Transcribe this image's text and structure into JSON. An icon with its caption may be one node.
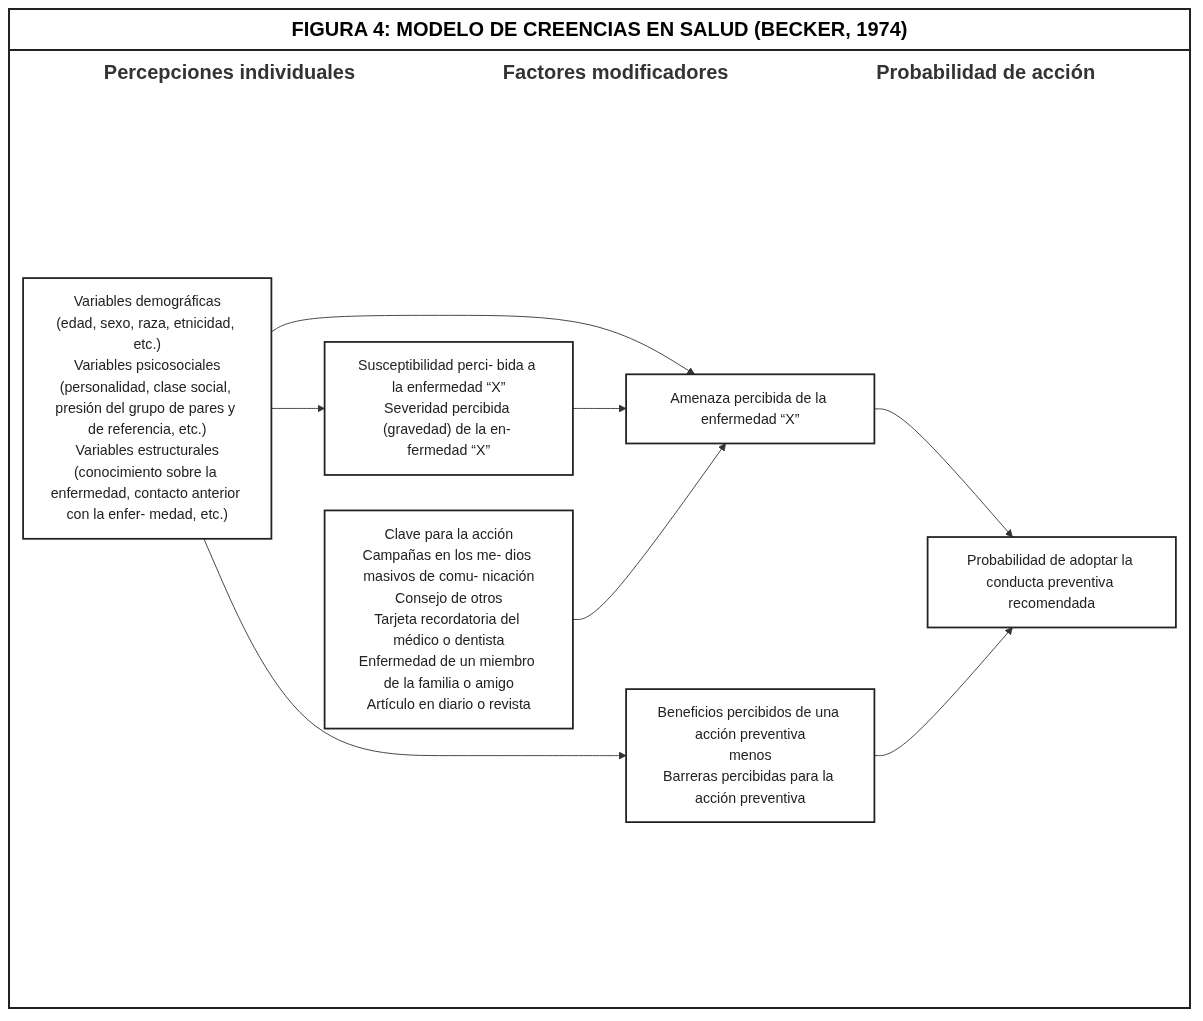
{
  "diagram": {
    "title": "FIGURA 4: MODELO DE CREENCIAS EN SALUD (BECKER, 1974)",
    "nodes": [
      {
        "text": [
          "Variables demográficas",
          "(edad, sexo, raza, etnicidad, etc.)",
          "Variables psicosociales",
          "(personalidad, clase social, presión del grupo de pares y de referencia, etc.)",
          "Variables estructurales",
          "(conocimiento sobre la enfermedad, contacto anterior con la enfer- medad, etc.)"
        ]
      },
      {
        "text": [
          "Beneficios percibidos de una acción preventiva",
          "menos",
          "Barreras percibidas para la acción preventiva"
        ]
      },
      {
        "text": [
          "Susceptibilidad perci- bida a la enfermedad “X”",
          "Severidad percibida (gravedad) de la en- fermedad “X”"
        ]
      },
      {
        "text": [
          "Amenaza percibida de la enfermedad “X”"
        ]
      },
      {
        "text": [
          "Probabilidad de adoptar la conducta preventiva recomendada"
        ]
      },
      {
        "text": [
          "Clave para la acción",
          "Campañas en los me- dios masivos de comu- nicación",
          "Consejo de otros",
          "Tarjeta recordatoria del médico o dentista",
          "Enfermedad de un miembro de la familia o amigo",
          "Artículo en diario o revista"
        ]
      }
    ],
    "edges": [
      {
        "from": 0,
        "to": 2,
        "arrow": "to"
      },
      {
        "from": 0,
        "to": 1,
        "arrow": "to"
      },
      {
        "from": 0,
        "to": 3,
        "arrow": "to"
      },
      {
        "from": 2,
        "to": 3,
        "arrow": "to"
      },
      {
        "from": 3,
        "to": 4,
        "arrow": "to"
      },
      {
        "from": 1,
        "to": 4,
        "arrow": "to"
      },
      {
        "from": 5,
        "to": 3,
        "arrow": "to"
      }
    ],
    "labels": [
      "Percepciones individuales",
      "Factores modificadores",
      "Probabilidad de acción"
    ]
  }
}
